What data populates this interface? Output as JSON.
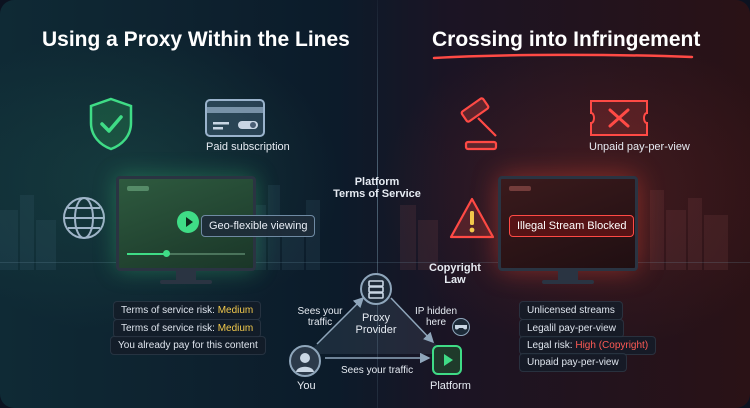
{
  "left": {
    "title": "Using a Proxy Within the Lines",
    "icons": [
      "shield-check-icon",
      "credit-card-icon",
      "globe-icon",
      "play-icon"
    ],
    "subscription_label": "Paid subscription",
    "screen_label": "Geo-flexible viewing",
    "risks": [
      {
        "prefix": "Terms of service risk: ",
        "value": "Medium"
      },
      {
        "prefix": "Terms of service risk: ",
        "value": "Medium"
      },
      {
        "prefix": "You already pay for this content",
        "value": ""
      }
    ]
  },
  "center": {
    "tos_line1": "Platform",
    "tos_line2": "Terms of Service",
    "law_line1": "Copyright",
    "law_line2": "Law",
    "proxy_line1": "Proxy",
    "proxy_line2": "Provider",
    "you_label": "You",
    "platform_label": "Platform",
    "sees_traffic_left_1": "Sees your",
    "sees_traffic_left_2": "traffic",
    "sees_traffic_bottom": "Sees your traffic",
    "ip_hidden_1": "IP hidden",
    "ip_hidden_2": "here"
  },
  "right": {
    "title": "Crossing into Infringement",
    "icons": [
      "gavel-icon",
      "cancelled-ticket-icon",
      "warning-icon"
    ],
    "ticket_label": "Unpaid pay-per-view",
    "screen_label": "Illegal Stream Blocked",
    "risks": [
      {
        "prefix": "Unlicensed streams",
        "value": ""
      },
      {
        "prefix": "Legalil pay-per-view",
        "value": ""
      },
      {
        "prefix": "Legal risk: ",
        "value": "High (Copyright)"
      },
      {
        "prefix": "Unpaid pay-per-view",
        "value": ""
      }
    ]
  },
  "colors": {
    "green": "#3fdc86",
    "red": "#ff4a45",
    "amber": "#f2c94c"
  }
}
